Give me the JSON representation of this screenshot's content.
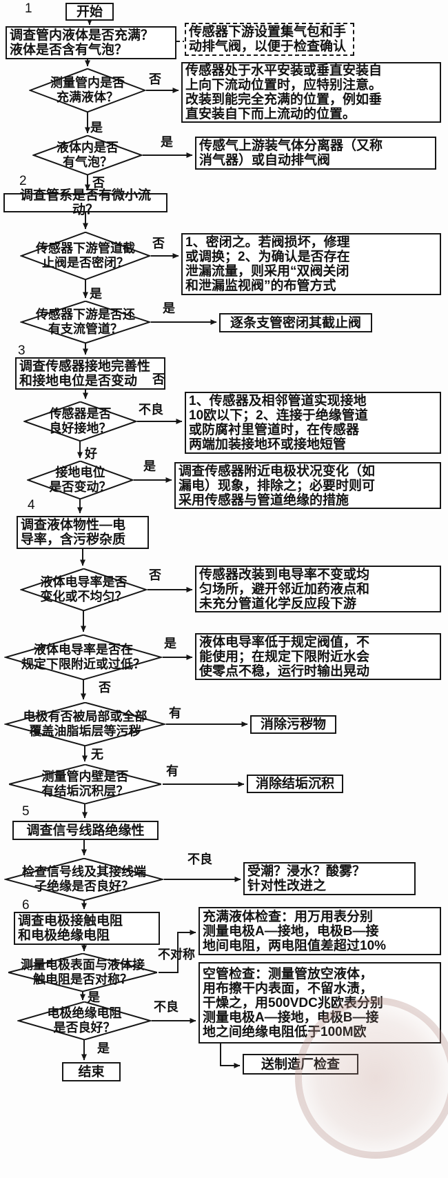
{
  "stages": [
    "1",
    "2",
    "3",
    "4",
    "5",
    "6"
  ],
  "nodes": {
    "start": "开始",
    "p1": "调查管内液体是否充满？\n液体是否含有气泡？",
    "note1": "传感器下游设置集气包和手\n动排气阀，以便于检查确认",
    "d1": "测量管内是否\n充满液体？",
    "r1": "传感器处于水平安装或垂直安装自\n上向下流动位置时，应特别注意。\n改装到能完全充满的位置，例如垂\n直安装自下而上流动的位置。",
    "d2": "液体内是否\n有气泡？",
    "r2": "传感气上游装气体分离器（又称\n消气器）或自动排气阀",
    "p2": "调查管系是否有微小流动？",
    "d3": "传感器下游管道截\n止阀是否密闭？",
    "r3": "1、密闭之。若阀损坏，修理\n或调换；2、为确认是否存在\n泄漏流量，则采用“双阀关闭\n和泄漏监视阀”的布管方式",
    "d4": "传感器下游是否还\n有支流管道？",
    "r4": "逐条支管密闭其截止阀",
    "p3": "调查传感器接地完善性\n和接地电位是否变动",
    "d5": "传感器是否\n良好接地？",
    "r5": "1、传感器及相邻管道实现接地\n10欧以下；2、连接于绝缘管道\n或防腐衬里管道时，在传感器\n两端加装接地环或接地短管",
    "d6": "接地电位\n是否变动？",
    "r6": "调查传感器附近电极状况变化（如\n漏电）现象，排除之；必要时则可\n采用传感器与管道绝缘的措施",
    "p4": "调查液体物性—电\n导率，含污秽杂质",
    "d7": "液体电导率是否\n变化或不均匀？",
    "r7": "传感器改装到电导率不变或均\n匀场所，避开邻近加药液点和\n未充分管道化学反应段下游",
    "d8": "液体电导率是否在\n规定下限附近或过低？",
    "r8": "液体电导率低于规定阀值，不\n能使用；在规定下限附近水会\n使零点不稳，运行时输出晃动",
    "d9": "电极有否被局部或全部\n覆盖油脂垢层等污秽",
    "r9": "消除污秽物",
    "d10": "测量管内壁是否\n有结垢沉积层？",
    "r10": "消除结垢沉积",
    "p5": "调查信号线路绝缘性",
    "d11": "检查信号线及其接线端\n子绝缘是否良好？",
    "r11": "受潮？浸水？酸雾？\n针对性改进之",
    "p6": "调查电极接触电阻\n和电极绝缘电阻",
    "rA": "充满液体检查：用万用表分别\n测量电极A—接地，电极B—接\n地间电阻，两电阻值差超过10%",
    "d12": "测量电极表面与液体接\n触电阻是否对称？",
    "rB": "空管检查：测量管放空液体，\n用布擦干内表面，不留水渍，\n干燥之，用500VDC兆欧表分别\n测量电极A—接地，电极B—接\n地之间绝缘电阻低于100M欧",
    "d13": "电极绝缘电阻\n是否良好？",
    "end": "结束",
    "r12": "送制造厂检查"
  },
  "labels": {
    "d1_right": "否",
    "d1_down": "是",
    "d2_right": "是",
    "d2_down": "否",
    "d3_right": "否",
    "d3_down": "是",
    "d4_right": "是",
    "d4_down": "否",
    "d5_right": "不良",
    "d5_down": "好",
    "d6_right": "是",
    "d7_right": "否",
    "d8_right": "是",
    "d8_down": "否",
    "d9_right": "有",
    "d9_down": "无",
    "d10_right": "有",
    "d11_right": "不良",
    "d12_right": "不对称",
    "d12_down": "是",
    "d13_right": "不良",
    "d13_down": "是"
  }
}
